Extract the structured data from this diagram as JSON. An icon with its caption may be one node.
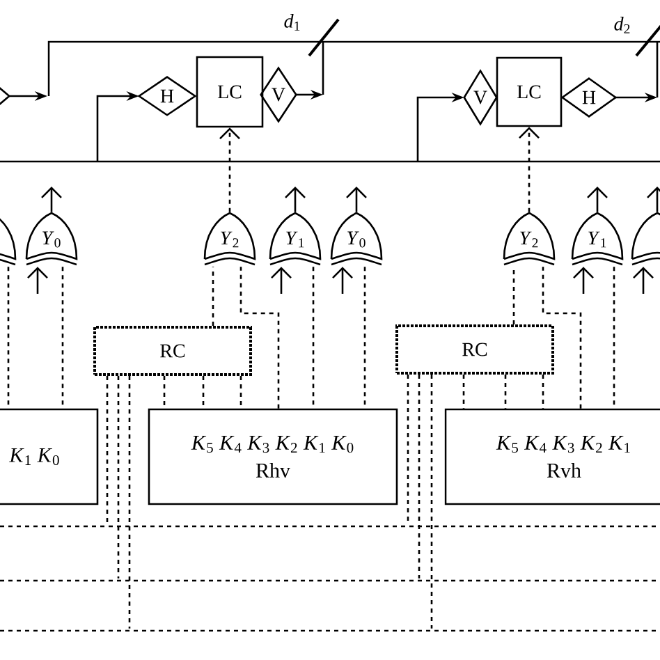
{
  "diagram": {
    "nodes": [
      {
        "text": [
          "H"
        ]
      },
      {
        "text": [
          "LC"
        ]
      },
      {
        "text": [
          "V"
        ]
      },
      {
        "text": [
          "V"
        ]
      },
      {
        "text": [
          "LC"
        ]
      },
      {
        "text": [
          "H"
        ]
      },
      {
        "text": [
          "*Y*$_{0}$"
        ]
      },
      {
        "text": [
          "*Y*$_{2}$"
        ]
      },
      {
        "text": [
          "*Y*$_{1}$"
        ]
      },
      {
        "text": [
          "*Y*$_{0}$"
        ]
      },
      {
        "text": [
          "*Y*$_{2}$"
        ]
      },
      {
        "text": [
          "*Y*$_{1}$"
        ]
      },
      {
        "text": [
          "RC"
        ]
      },
      {
        "text": [
          "RC"
        ]
      },
      {
        "text": [
          "*K*$_{1}$ *K*$_{0}$"
        ]
      },
      {
        "text": [
          "*K*$_{5}$ *K*$_{4}$ *K*$_{3}$ *K*$_{2}$ *K*$_{1}$ *K*$_{0}$",
          "Rhv"
        ]
      },
      {
        "text": [
          "*K*$_{5}$ *K*$_{4}$ *K*$_{3}$ *K*$_{2}$ *K*$_{1}$",
          "Rvh"
        ]
      },
      {
        "text": [],
        "shape": "bar"
      },
      {
        "text": [],
        "shape": "bar"
      },
      {
        "text": [],
        "shape": "bar"
      },
      {
        "text": [],
        "shape": "gate"
      },
      {
        "text": [],
        "shape": "gate"
      },
      {
        "text": [],
        "shape": "diamond"
      }
    ],
    "edges": [
      {
        "from": null,
        "to": 0,
        "arrow": "to"
      },
      {
        "from": null,
        "to": 3,
        "arrow": "to"
      },
      {
        "from": 7,
        "to": 1,
        "arrow": "to",
        "style": "dashed"
      },
      {
        "from": 10,
        "to": 4,
        "arrow": "to",
        "style": "dashed"
      },
      {
        "from": 12,
        "to": 7,
        "arrow": "none",
        "style": "dashed"
      },
      {
        "from": 15,
        "to": 7,
        "arrow": "none",
        "style": "dashed"
      },
      {
        "from": 8,
        "to": 15,
        "arrow": "none",
        "style": "dashed"
      },
      {
        "from": 9,
        "to": 15,
        "arrow": "none",
        "style": "dashed"
      },
      {
        "from": 12,
        "to": 15,
        "arrow": "none",
        "style": "dashed"
      },
      {
        "from": 12,
        "to": 15,
        "arrow": "none",
        "style": "dashed"
      },
      {
        "from": 12,
        "to": 15,
        "arrow": "none",
        "style": "dashed"
      },
      {
        "from": 6,
        "to": 14,
        "arrow": "none",
        "style": "dashed"
      },
      {
        "from": 13,
        "to": 10,
        "arrow": "none",
        "style": "dashed"
      },
      {
        "from": 16,
        "to": 10,
        "arrow": "none",
        "style": "dashed"
      },
      {
        "from": 11,
        "to": 16,
        "arrow": "none",
        "style": "dashed"
      },
      {
        "from": 13,
        "to": 16,
        "arrow": "none",
        "style": "dashed"
      },
      {
        "from": 13,
        "to": 16,
        "arrow": "none",
        "style": "dashed"
      },
      {
        "from": 13,
        "to": 16,
        "arrow": "none",
        "style": "dashed"
      },
      {
        "from": 12,
        "to": 17,
        "arrow": "none",
        "style": "dashed"
      },
      {
        "from": 12,
        "to": 18,
        "arrow": "none",
        "style": "dashed"
      },
      {
        "from": 12,
        "to": 19,
        "arrow": "none",
        "style": "dashed"
      },
      {
        "from": 13,
        "to": 17,
        "arrow": "none",
        "style": "dashed"
      },
      {
        "from": 13,
        "to": 18,
        "arrow": "none",
        "style": "dashed"
      },
      {
        "from": 13,
        "to": 19,
        "arrow": "none",
        "style": "dashed"
      },
      {
        "from": 20,
        "to": 14,
        "arrow": "none",
        "style": "dashed"
      },
      {
        "from": 6,
        "to": null,
        "arrow": "to"
      },
      {
        "from": null,
        "to": 6,
        "arrow": "to"
      },
      {
        "from": 8,
        "to": null,
        "arrow": "to"
      },
      {
        "from": null,
        "to": 8,
        "arrow": "to"
      },
      {
        "from": 9,
        "to": null,
        "arrow": "to"
      },
      {
        "from": null,
        "to": 9,
        "arrow": "to"
      },
      {
        "from": 11,
        "to": null,
        "arrow": "to"
      },
      {
        "from": null,
        "to": 11,
        "arrow": "to"
      },
      {
        "from": 21,
        "to": null,
        "arrow": "to"
      },
      {
        "from": null,
        "to": 21,
        "arrow": "to"
      },
      {
        "from": 2,
        "to": null,
        "arrow": "to"
      },
      {
        "from": 5,
        "to": null,
        "arrow": "to"
      },
      {
        "from": 22,
        "to": null,
        "arrow": "to"
      }
    ],
    "labels": [
      "*d*$_{1}$",
      "*d*$_{2}$"
    ]
  }
}
